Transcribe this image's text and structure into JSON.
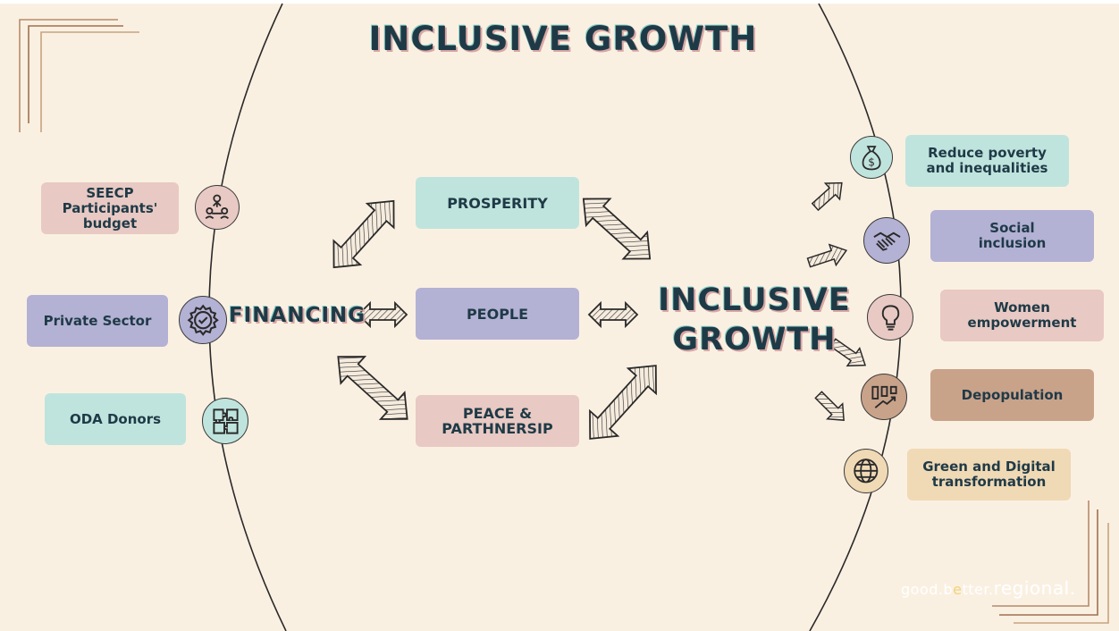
{
  "title": "INCLUSIVE GROWTH",
  "center_label_line1": "INCLUSIVE",
  "center_label_line2": "GROWTH",
  "financing_label": "FINANCING",
  "sources": [
    {
      "line1": "SEECP",
      "line2": "Participants'",
      "line3": "budget",
      "color": "#e8c9c3",
      "icon": "people-network-icon"
    },
    {
      "line1": "Private Sector",
      "color": "#b3b1d4",
      "icon": "gear-check-icon"
    },
    {
      "line1": "ODA Donors",
      "color": "#bfe4dd",
      "icon": "puzzle-icon"
    }
  ],
  "pillars": [
    {
      "line1": "PROSPERITY",
      "color": "#bfe4dd"
    },
    {
      "line1": "PEOPLE",
      "color": "#b3b1d4"
    },
    {
      "line1": "PEACE &",
      "line2": "PARTHNERSIP",
      "color": "#e8c9c3"
    }
  ],
  "outcomes": [
    {
      "line1": "Reduce poverty",
      "line2": "and inequalities",
      "color": "#bfe4dd",
      "icon": "money-bag-icon"
    },
    {
      "line1": "Social",
      "line2": "inclusion",
      "color": "#b3b1d4",
      "icon": "handshake-icon"
    },
    {
      "line1": "Women",
      "line2": "empowerment",
      "color": "#e8c9c3",
      "icon": "lightbulb-icon"
    },
    {
      "line1": "Depopulation",
      "color": "#c9a28a",
      "icon": "population-chart-icon"
    },
    {
      "line1": "Green and Digital",
      "line2": "transformation",
      "color": "#f0d9b5",
      "icon": "globe-icon"
    }
  ],
  "brand": {
    "part1": "good.b",
    "part2": "tter.",
    "part3": "regional",
    "part4": ".",
    "accent_char": "e"
  },
  "colors": {
    "background": "#faf0e2",
    "text": "#1f3a47",
    "lines": "#2a2a2a"
  }
}
